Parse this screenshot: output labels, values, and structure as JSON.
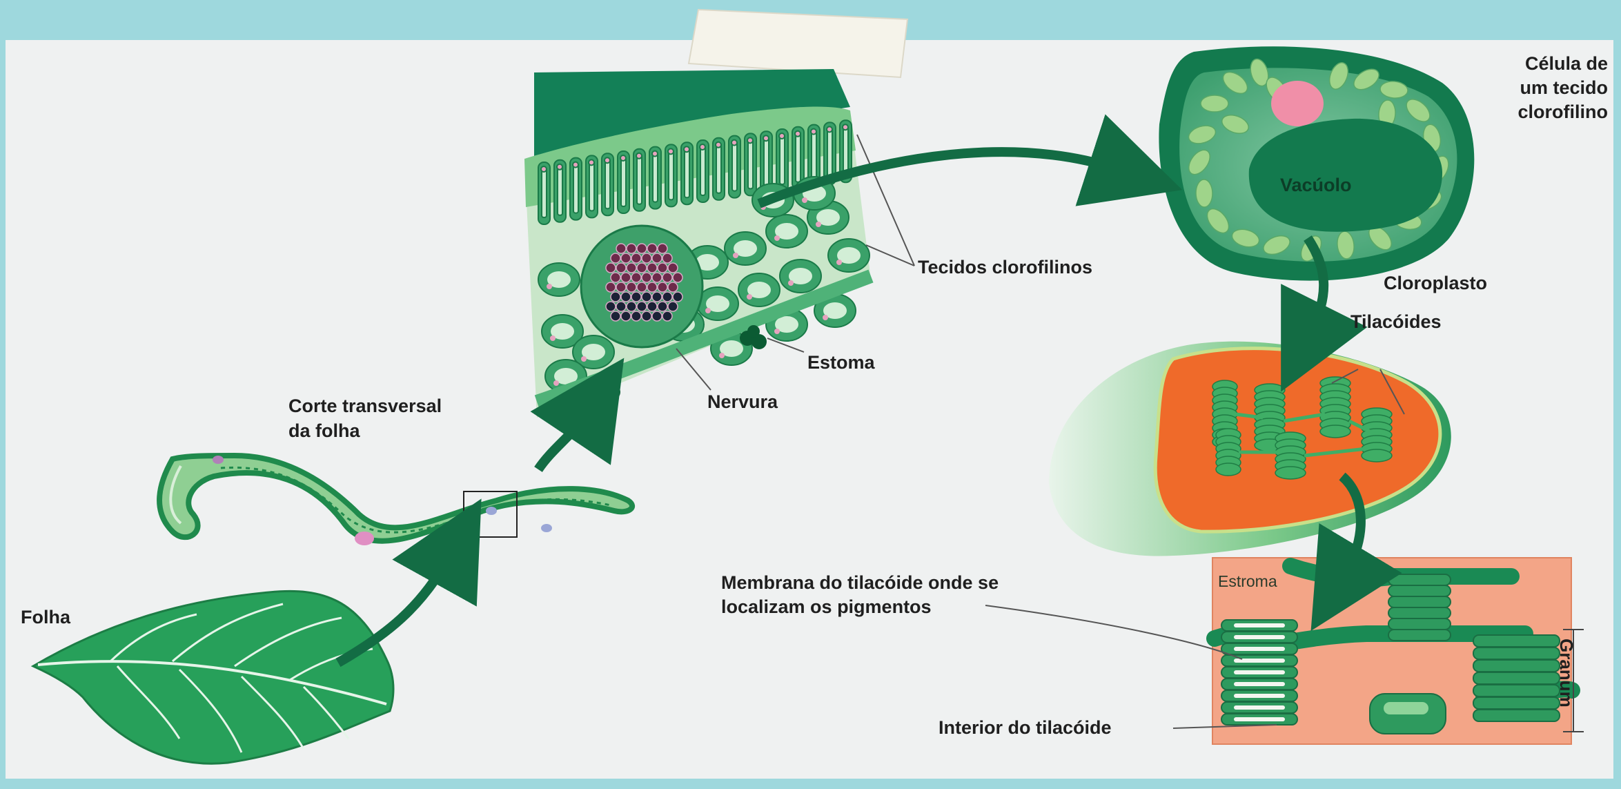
{
  "labels": {
    "folha": "Folha",
    "corte": [
      "Corte transversal",
      "da folha"
    ],
    "nervura": "Nervura",
    "estoma": "Estoma",
    "tecidos": "Tecidos clorofilinos",
    "celula": [
      "Célula de",
      "um tecido",
      "clorofilino"
    ],
    "vacuolo": "Vacúolo",
    "cloroplasto": "Cloroplasto",
    "tilacoides": "Tilacóides",
    "membrana": [
      "Membrana do tilacóide onde se",
      "localizam os pigmentos"
    ],
    "estroma": "Estroma",
    "granum": "Granum",
    "interior": "Interior do tilacóide"
  },
  "colors": {
    "background": "#9ed8dd",
    "panel": "#eff1f1",
    "dark_green": "#0f6b45",
    "mid_green": "#2e9a5e",
    "light_green": "#8fcf93",
    "chloroplast_inner": "#ef6a2a",
    "stroma_box": "#f3a587"
  }
}
